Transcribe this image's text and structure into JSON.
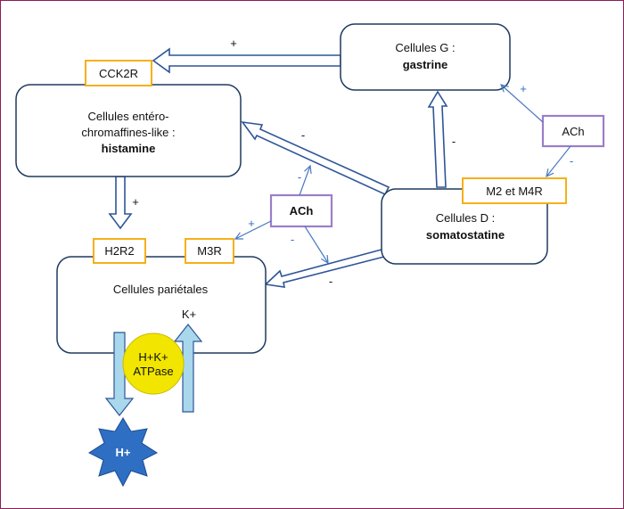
{
  "nodes": {
    "cellules_g": {
      "line1": "Cellules G :",
      "line2": "gastrine"
    },
    "ecl": {
      "line1": "Cellules entéro-",
      "line2": "chromaffines-like :",
      "line3": "histamine"
    },
    "cellules_d": {
      "line1": "Cellules D :",
      "line2": "somatostatine"
    },
    "parietales": {
      "line1": "Cellules pariétales"
    },
    "pump": {
      "line1": "H+K+",
      "line2": "ATPase"
    },
    "h_plus": {
      "label": "H+"
    },
    "k_plus": {
      "label": "K+"
    }
  },
  "receptors": {
    "cck2r": "CCK2R",
    "h2r2": "H2R2",
    "m3r": "M3R",
    "m2_m4r": "M2 et M4R"
  },
  "ach": {
    "center": "ACh",
    "right": "ACh"
  },
  "signs": {
    "g_to_ecl": "+",
    "ecl_to_parietal": "+",
    "d_to_ecl": "-",
    "d_to_g": "-",
    "d_to_parietal": "-",
    "ach_up": "-",
    "ach_left": "+",
    "ach_down": "-",
    "ach_right_up": "+",
    "ach_right_down": "-"
  },
  "colors": {
    "frame": "#8b1d5a",
    "box_border": "#1f3a5f",
    "receptor_border": "#f5a800",
    "ach_border": "#9b7ec8",
    "thin_arrow": "#4a78c2",
    "acid_arrow_fill": "#a9d8ec",
    "pump_fill": "#f2e600",
    "h_plus_fill": "#2e6fc4"
  },
  "icons": {
    "h_plus_shape": "starburst"
  }
}
